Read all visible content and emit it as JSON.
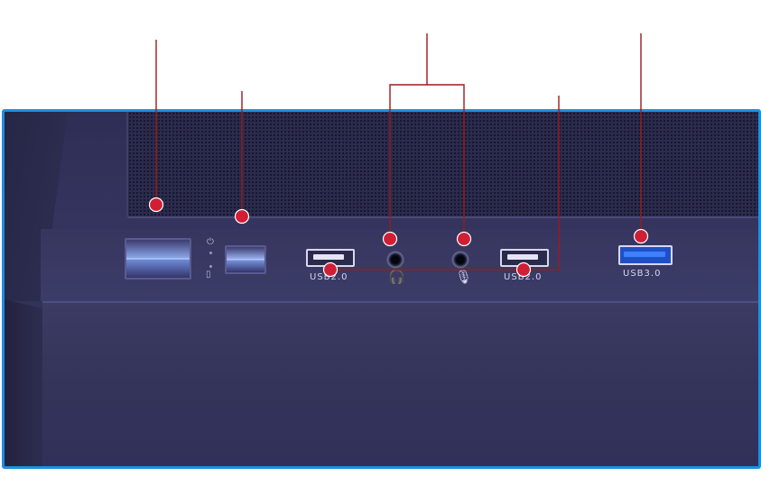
{
  "ports": {
    "usb2_left_label": "USB2.0",
    "usb2_right_label": "USB2.0",
    "usb3_label": "USB3.0",
    "headphone_icon": "headphone-icon",
    "microphone_icon": "microphone-icon",
    "power_led_icon": "power-icon",
    "hdd_led_icon": "hdd-icon"
  },
  "colors": {
    "callout_line": "#9b1b1b",
    "callout_marker": "#d01f35",
    "frame_border": "#1e8fe0",
    "usb3_accent": "#1f4fc8"
  }
}
